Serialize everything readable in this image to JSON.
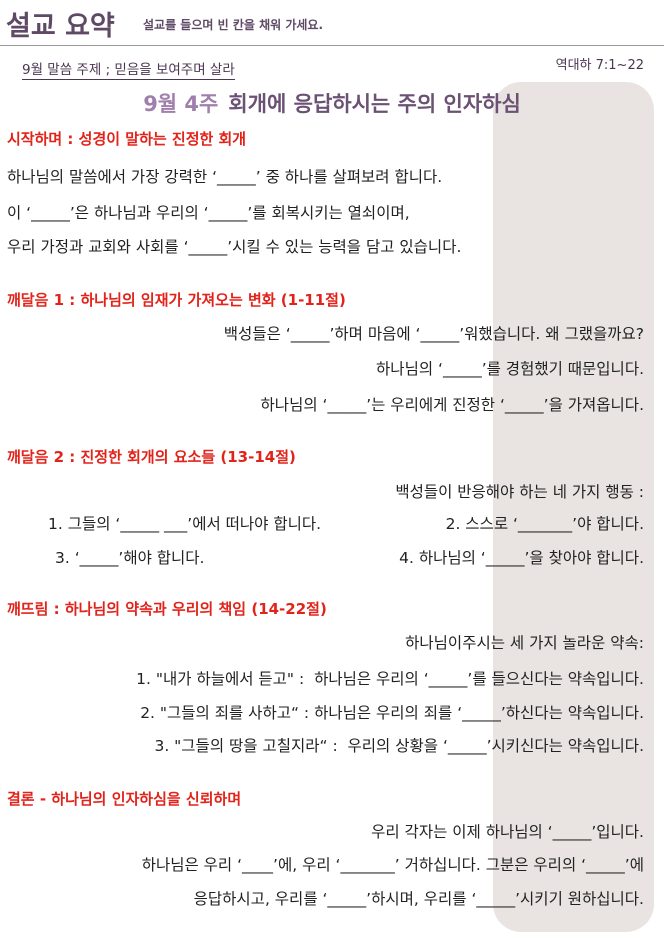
{
  "header": {
    "title": "설교 요약",
    "subtitle": "설교를 들으며 빈 칸을 채워 가세요.",
    "theme": "9월 말씀 주제 ; 믿음을 보여주며 살라",
    "reference": "역대하 7:1~22"
  },
  "sermon": {
    "week": "9월 4주",
    "title": "회개에 응답하시는 주의 인자하심"
  },
  "sections": [
    {
      "heading": "시작하며 : 성경이 말하는 진정한 회개",
      "lines": [
        "하나님의 말씀에서 가장 강력한 ‘_____’ 중 하나를 살펴보려 합니다.",
        "이 ‘_____’은 하나님과 우리의 ‘_____’를 회복시키는 열쇠이며,",
        "우리 가정과 교회와 사회를 ‘_____’시킬 수 있는 능력을 담고 있습니다."
      ]
    },
    {
      "heading": "깨달음 1 : 하나님의 임재가 가져오는 변화 (1-11절)",
      "lines": [
        "백성들은 ‘_____’하며 마음에 ‘_____’워했습니다. 왜 그랬을까요?",
        "하나님의 ‘_____’를 경험했기 때문입니다.",
        "하나님의 ‘_____’는 우리에게 진정한 ‘_____’을 가져옵니다."
      ]
    },
    {
      "heading": "깨달음 2 : 진정한 회개의 요소들 (13-14절)",
      "lines": [
        "백성들이 반응해야 하는 네 가지 행동 :",
        "1. 그들의 ‘_____ ___’에서 떠나야 합니다.",
        "2. 스스로 ‘_______’야 합니다.",
        "3. ‘_____’해야 합니다.",
        "4. 하나님의 ‘_____’을 찾아야 합니다."
      ]
    },
    {
      "heading": "깨뜨림 : 하나님의 약속과 우리의 책임 (14-22절)",
      "lines": [
        "하나님이주시는 세 가지 놀라운 약속:",
        "1. \"내가 하늘에서 듣고\" :  하나님은 우리의 ‘_____’를 들으신다는 약속입니다.",
        "2. \"그들의 죄를 사하고“ : 하나님은 우리의 죄를 ‘_____’하신다는 약속입니다.",
        "3. \"그들의 땅을 고칠지라“ :  우리의 상황을 ‘_____’시키신다는 약속입니다."
      ]
    },
    {
      "heading": "결론 - 하나님의 인자하심을 신뢰하며",
      "lines": [
        "우리 각자는 이제 하나님의 ‘_____’입니다.",
        "하나님은 우리 ‘____’에, 우리 ‘_______’ 거하십니다. 그분은 우리의 ‘_____’에",
        "응답하시고, 우리를 ‘_____’하시며, 우리를 ‘_____’시키기 원하십니다."
      ]
    }
  ]
}
